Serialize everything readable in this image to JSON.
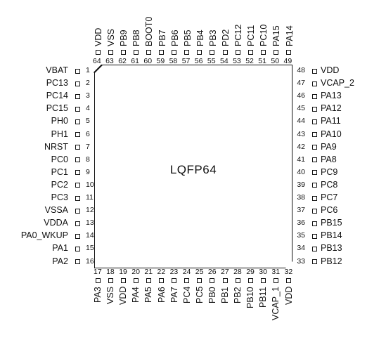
{
  "package": "LQFP64",
  "left_pins": [
    {
      "num": "1",
      "name": "VBAT"
    },
    {
      "num": "2",
      "name": "PC13"
    },
    {
      "num": "3",
      "name": "PC14"
    },
    {
      "num": "4",
      "name": "PC15"
    },
    {
      "num": "5",
      "name": "PH0"
    },
    {
      "num": "6",
      "name": "PH1"
    },
    {
      "num": "7",
      "name": "NRST"
    },
    {
      "num": "8",
      "name": "PC0"
    },
    {
      "num": "9",
      "name": "PC1"
    },
    {
      "num": "10",
      "name": "PC2"
    },
    {
      "num": "11",
      "name": "PC3"
    },
    {
      "num": "12",
      "name": "VSSA"
    },
    {
      "num": "13",
      "name": "VDDA"
    },
    {
      "num": "14",
      "name": "PA0_WKUP"
    },
    {
      "num": "15",
      "name": "PA1"
    },
    {
      "num": "16",
      "name": "PA2"
    }
  ],
  "bottom_pins": [
    {
      "num": "17",
      "name": "PA3"
    },
    {
      "num": "18",
      "name": "VSS"
    },
    {
      "num": "19",
      "name": "VDD"
    },
    {
      "num": "20",
      "name": "PA4"
    },
    {
      "num": "21",
      "name": "PA5"
    },
    {
      "num": "22",
      "name": "PA6"
    },
    {
      "num": "23",
      "name": "PA7"
    },
    {
      "num": "24",
      "name": "PC4"
    },
    {
      "num": "25",
      "name": "PC5"
    },
    {
      "num": "26",
      "name": "PB0"
    },
    {
      "num": "27",
      "name": "PB1"
    },
    {
      "num": "28",
      "name": "PB2"
    },
    {
      "num": "29",
      "name": "PB10"
    },
    {
      "num": "30",
      "name": "PB11"
    },
    {
      "num": "31",
      "name": "VCAP_1"
    },
    {
      "num": "32",
      "name": "VDD"
    }
  ],
  "right_pins": [
    {
      "num": "48",
      "name": "VDD"
    },
    {
      "num": "47",
      "name": "VCAP_2"
    },
    {
      "num": "46",
      "name": "PA13"
    },
    {
      "num": "45",
      "name": "PA12"
    },
    {
      "num": "44",
      "name": "PA11"
    },
    {
      "num": "43",
      "name": "PA10"
    },
    {
      "num": "42",
      "name": "PA9"
    },
    {
      "num": "41",
      "name": "PA8"
    },
    {
      "num": "40",
      "name": "PC9"
    },
    {
      "num": "39",
      "name": "PC8"
    },
    {
      "num": "38",
      "name": "PC7"
    },
    {
      "num": "37",
      "name": "PC6"
    },
    {
      "num": "36",
      "name": "PB15"
    },
    {
      "num": "35",
      "name": "PB14"
    },
    {
      "num": "34",
      "name": "PB13"
    },
    {
      "num": "33",
      "name": "PB12"
    }
  ],
  "top_pins": [
    {
      "num": "64",
      "name": "VDD"
    },
    {
      "num": "63",
      "name": "VSS"
    },
    {
      "num": "62",
      "name": "PB9"
    },
    {
      "num": "61",
      "name": "PB8"
    },
    {
      "num": "60",
      "name": "BOOT0"
    },
    {
      "num": "59",
      "name": "PB7"
    },
    {
      "num": "58",
      "name": "PB6"
    },
    {
      "num": "57",
      "name": "PB5"
    },
    {
      "num": "56",
      "name": "PB4"
    },
    {
      "num": "55",
      "name": "PB3"
    },
    {
      "num": "54",
      "name": "PD2"
    },
    {
      "num": "53",
      "name": "PC12"
    },
    {
      "num": "52",
      "name": "PC11"
    },
    {
      "num": "51",
      "name": "PC10"
    },
    {
      "num": "50",
      "name": "PA15"
    },
    {
      "num": "49",
      "name": "PA14"
    }
  ]
}
